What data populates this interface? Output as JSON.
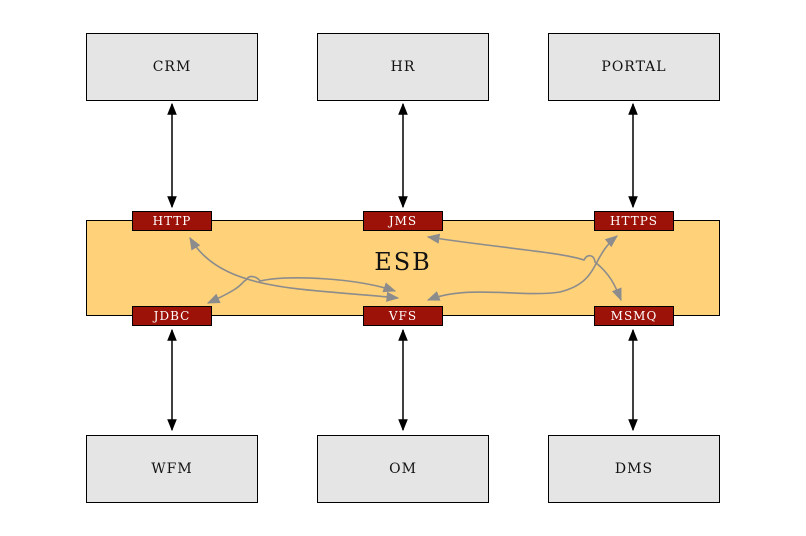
{
  "systems": {
    "crm": "CRM",
    "hr": "HR",
    "portal": "PORTAL",
    "wfm": "WFM",
    "om": "OM",
    "dms": "DMS"
  },
  "bus": {
    "label": "ESB",
    "color": "#ffd27a"
  },
  "adapters": {
    "http": "HTTP",
    "jms": "JMS",
    "https": "HTTPS",
    "jdbc": "JDBC",
    "vfs": "VFS",
    "msmq": "MSMQ",
    "color": "#9c1208"
  },
  "colors": {
    "system_fill": "#e5e5e5",
    "internal_route": "#8c8c8c",
    "connector": "#000000"
  }
}
